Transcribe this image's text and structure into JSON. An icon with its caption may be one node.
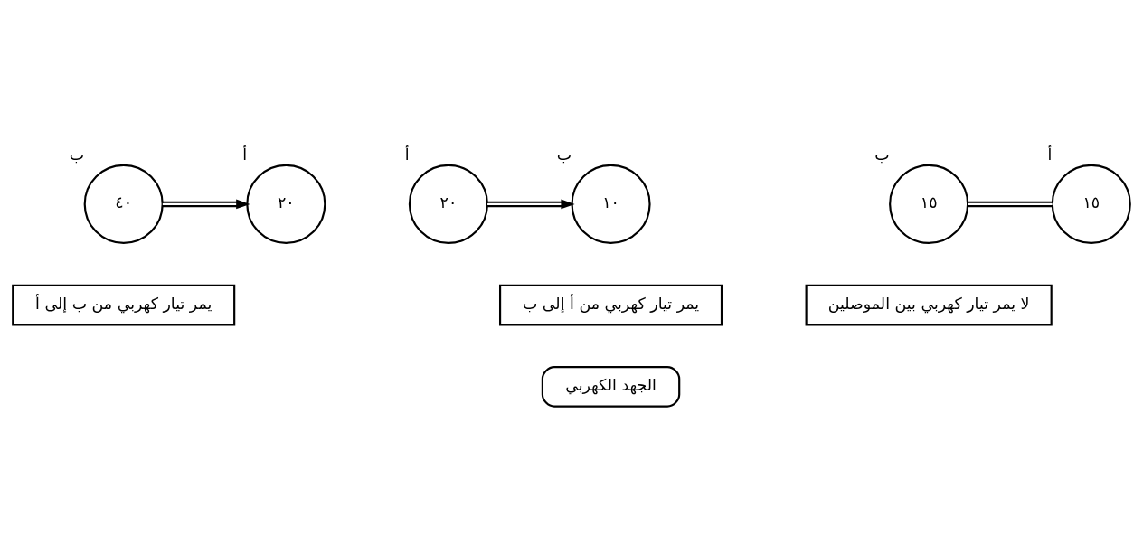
{
  "diagram": {
    "nodes": [
      {
        "text": [
          "٤٠"
        ],
        "beside": [
          "ب"
        ]
      },
      {
        "text": [
          "٢٠"
        ],
        "beside": [
          "أ"
        ]
      },
      {
        "text": [
          "١٠"
        ],
        "beside": [
          "ب"
        ]
      },
      {
        "text": [
          "٢٠"
        ],
        "beside": [
          "أ"
        ]
      },
      {
        "text": [
          "يمر تيار كهربي من ب إلى أ"
        ]
      },
      {
        "text": [
          "يمر تيار كهربي من أ إلى ب"
        ]
      },
      {
        "text": [
          "١٥"
        ],
        "beside": [
          "ب"
        ]
      },
      {
        "text": [
          "١٥"
        ],
        "beside": [
          "أ"
        ]
      },
      {
        "text": [
          "لا يمر تيار كهربي بين الموصلين"
        ]
      },
      {
        "text": [
          "الجهد الكهربي"
        ]
      }
    ],
    "edges": [
      {
        "from": 0,
        "to": 1,
        "arrow": "to"
      },
      {
        "from": 3,
        "to": 2,
        "arrow": "to"
      },
      {
        "from": 6,
        "to": 7,
        "arrow": "none"
      }
    ]
  }
}
